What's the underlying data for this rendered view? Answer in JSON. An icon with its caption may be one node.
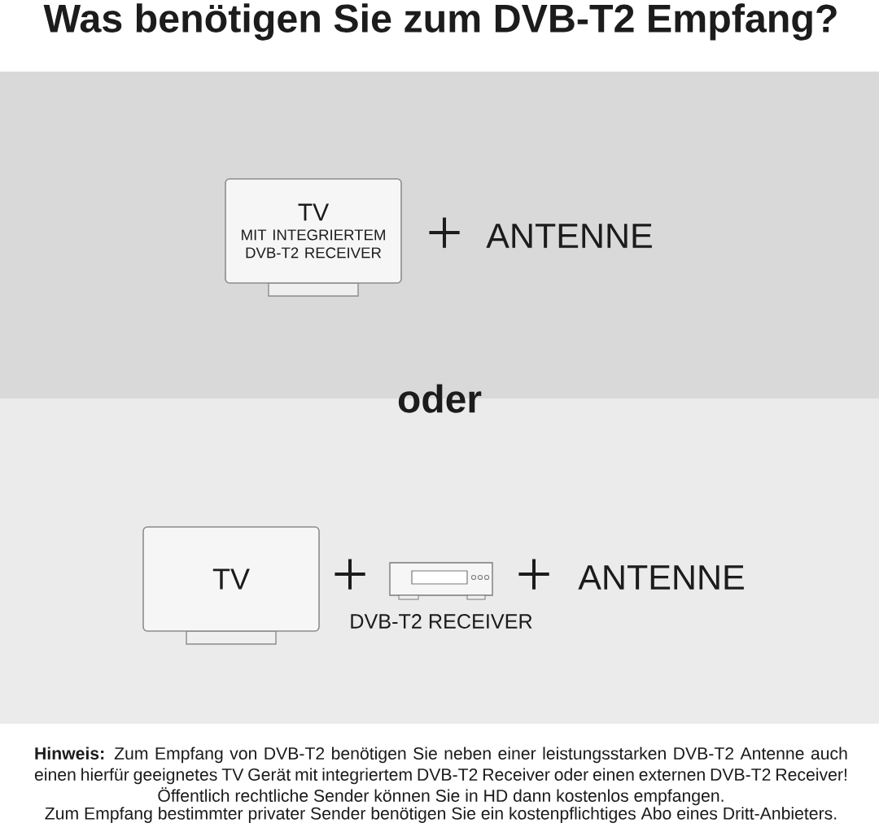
{
  "diagram": {
    "title": "Was benötigen Sie zum DVB-T2 Empfang?",
    "nodes": [
      {
        "text": [
          "TV",
          "MIT INTEGRIERTEM DVB-T2 RECEIVER"
        ]
      },
      {
        "text": [
          "TV"
        ]
      },
      {
        "text": [],
        "shape": "picture",
        "beside": [
          "DVB-T2 RECEIVER"
        ]
      }
    ],
    "labels": [
      "+",
      "ANTENNE",
      "oder",
      "+",
      "+",
      "ANTENNE",
      "**Hinweis:** Zum Empfang von DVB-T2 benötigen Sie neben einer leistungsstarken DVB-T2 Antenne auch einen hierfür geeignetes TV Gerät mit integriertem DVB-T2 Receiver oder einen externen DVB-T2 Receiver! Öffentlich rechtliche Sender können Sie in HD dann kostenlos empfangen.",
      "Zum Empfang bestimmter privater Sender benötigen Sie ein kostenpflichtiges Abo eines Dritt-Anbieters."
    ]
  }
}
